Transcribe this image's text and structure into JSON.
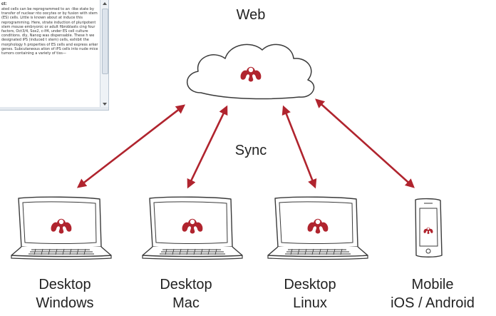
{
  "abstract_panel": {
    "heading": "ct:",
    "body": "ated cells can be reprogrammed to an -like state by transfer of nuclear nto oocytes or by fusion with stem (ES) cells. Little is known about at induce this reprogramming. Here, strate induction of pluripotent stem mouse embryonic or adult fibroblasts cing four factors, Oct3/4, Sox2, c-lf4, under ES cell culture conditions. dly, Nanog was dispensable. These h we designated iPS (induced t stem) cells, exhibit the morphology h properties of ES cells and express arker genes. Subcutaneous ation of iPS cells into nude mice tumors containing a variety of tiss—"
  },
  "cloud": {
    "label": "Web"
  },
  "sync_label": "Sync",
  "devices": [
    {
      "line1": "Desktop",
      "line2": "Windows"
    },
    {
      "line1": "Desktop",
      "line2": "Mac"
    },
    {
      "line1": "Desktop",
      "line2": "Linux"
    },
    {
      "line1": "Mobile",
      "line2": "iOS / Android"
    }
  ],
  "colors": {
    "accent": "#b0242e",
    "sketch": "#3a3a3a",
    "logo": "#b0242e"
  },
  "icons": {
    "app_logo": "mendeley-logo-icon",
    "laptop": "laptop-icon",
    "phone": "smartphone-icon",
    "cloud": "cloud-icon"
  }
}
